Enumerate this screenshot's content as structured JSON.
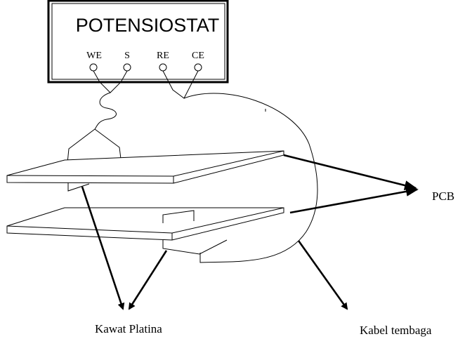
{
  "potentiostat": {
    "title": "POTENSIOSTAT",
    "ports": [
      "WE",
      "S",
      "RE",
      "CE"
    ]
  },
  "callouts": {
    "pcb": "PCB",
    "platinum_wire": "Kawat Platina",
    "copper_cable": "Kabel tembaga"
  }
}
